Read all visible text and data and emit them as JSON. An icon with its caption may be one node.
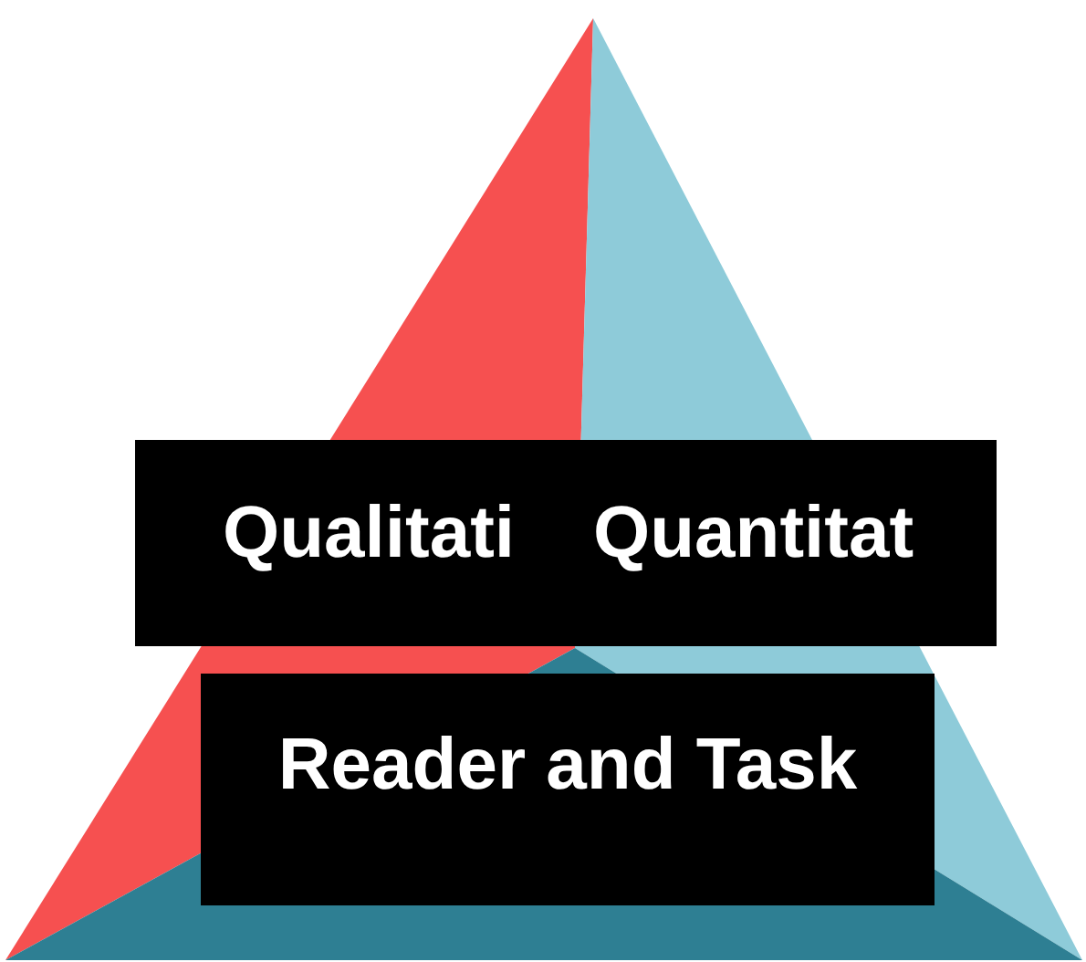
{
  "diagram": {
    "nodes": [
      {
        "text": [
          "Qualitati",
          "Quantitat"
        ]
      },
      {
        "text": [
          "Reader and Task"
        ]
      }
    ]
  }
}
